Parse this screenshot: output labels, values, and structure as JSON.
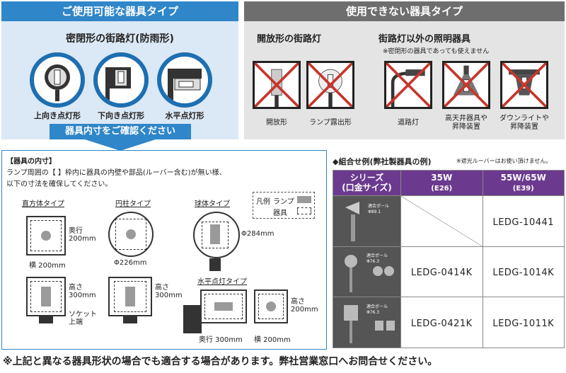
{
  "usable": {
    "title": "ご使用可能な器具タイプ",
    "subtitle": "密閉形の街路灯(防雨形)",
    "items": [
      "上向き点灯形",
      "下向き点灯形",
      "水平点灯形"
    ],
    "confirm": "器具内寸をご確認ください"
  },
  "unusable": {
    "title": "使用できない器具タイプ",
    "group1": "開放形の街路灯",
    "group2": "街路灯以外の照明器具",
    "group2_note": "※密閉形の器具であっても使えません",
    "items": [
      "開放形",
      "ランプ露出形",
      "道路灯",
      "高天井器具や\n昇降装置",
      "ダウンライトや\n昇降装置"
    ]
  },
  "dims": {
    "heading": "【器具の内寸】",
    "desc1": "ランプ周囲の【 】枠内に器具の内壁や部品(ルーバー含む)が無い様、",
    "desc2": "以下の寸法を確保してください。",
    "legend_title": "凡例",
    "legend_lamp": "ランプ",
    "legend_fixture": "器具",
    "types": {
      "cuboid": "直方体タイプ",
      "cylinder": "円柱タイプ",
      "sphere": "球体タイプ",
      "horizontal": "水平点灯タイプ"
    },
    "labels": {
      "depth200": "奥行\n200mm",
      "width200": "横 200mm",
      "phi226": "Φ226mm",
      "phi284": "Φ284mm",
      "height300a": "高さ\n300mm",
      "height300b": "高さ\n300mm",
      "socket": "ソケット\n上端",
      "depth300": "奥行 300mm",
      "width200b": "横 200mm",
      "height200": "高さ\n200mm"
    }
  },
  "combo": {
    "title": "◆組合せ例(弊社製器具の例)",
    "note": "※遮光ルーバーはお使い頂けません。",
    "col0": "シリーズ\n(口金サイズ)",
    "col1": "35W",
    "col1b": "(E26)",
    "col2": "55W/65W",
    "col2b": "(E39)",
    "rows": [
      {
        "pole": "適合ポール\nΦ89.1",
        "a": "",
        "b": "LEDG-10441"
      },
      {
        "pole": "適合ポール\nΦ76.3",
        "a": "LEDG-0414K",
        "b": "LEDG-1014K"
      },
      {
        "pole": "適合ポール\nΦ76.3",
        "a": "LEDG-0421K",
        "b": "LEDG-1011K"
      }
    ]
  },
  "footnote": "※上記と異なる器具形状の場合でも適合する場合があります。弊社営業窓口へお問合せください。",
  "colors": {
    "blue": "#2f86c8",
    "purple": "#6b3a8e",
    "gray": "#6e6e6e"
  }
}
